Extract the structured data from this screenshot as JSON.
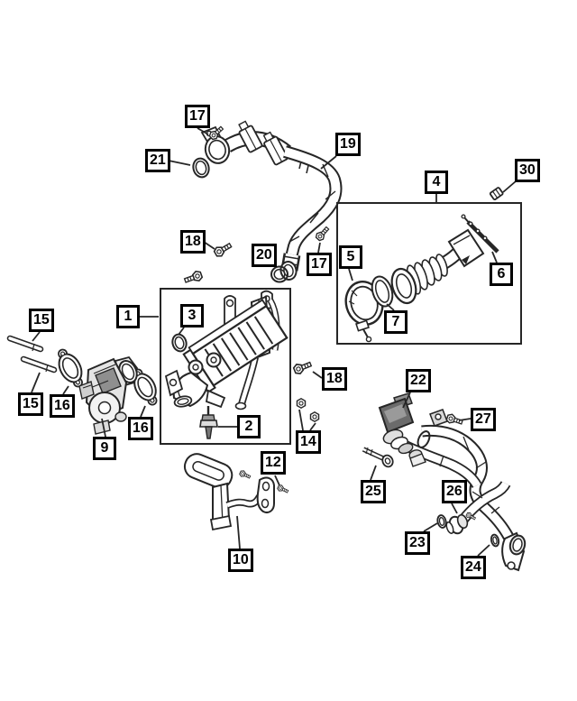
{
  "colors": {
    "background": "#ffffff",
    "line_art": "#262626",
    "callout_border": "#000000",
    "callout_background": "#ffffff",
    "callout_text": "#000000"
  },
  "callouts": {
    "c17_top": {
      "label": "17"
    },
    "c21": {
      "label": "21"
    },
    "c19": {
      "label": "19"
    },
    "c30": {
      "label": "30"
    },
    "c4": {
      "label": "4"
    },
    "c5": {
      "label": "5"
    },
    "c7": {
      "label": "7"
    },
    "c6": {
      "label": "6"
    },
    "c18_top": {
      "label": "18"
    },
    "c20": {
      "label": "20"
    },
    "c17_mid": {
      "label": "17"
    },
    "c1": {
      "label": "1"
    },
    "c3": {
      "label": "3"
    },
    "c2": {
      "label": "2"
    },
    "c18_right": {
      "label": "18"
    },
    "c14": {
      "label": "14"
    },
    "c15_top": {
      "label": "15"
    },
    "c15_bottom": {
      "label": "15"
    },
    "c16_left": {
      "label": "16"
    },
    "c9": {
      "label": "9"
    },
    "c16_right": {
      "label": "16"
    },
    "c12": {
      "label": "12"
    },
    "c10": {
      "label": "10"
    },
    "c22": {
      "label": "22"
    },
    "c27": {
      "label": "27"
    },
    "c25": {
      "label": "25"
    },
    "c26": {
      "label": "26"
    },
    "c23": {
      "label": "23"
    },
    "c24": {
      "label": "24"
    }
  }
}
